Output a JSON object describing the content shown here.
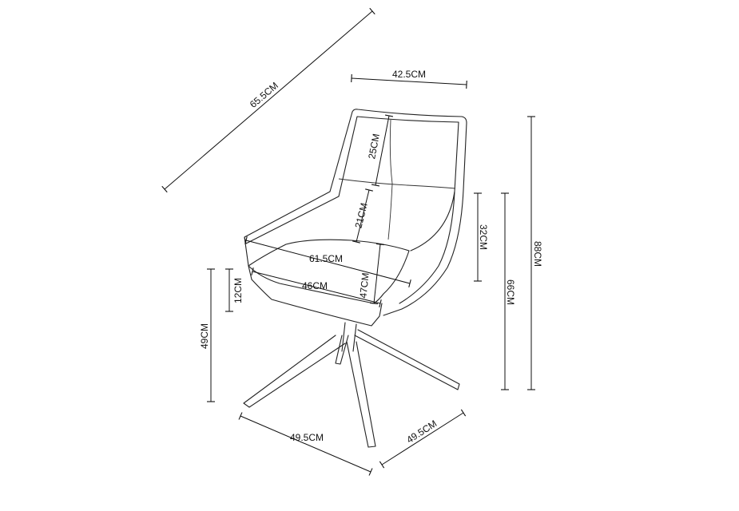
{
  "labels": {
    "diag_width": "65.5CM",
    "back_width": "42.5CM",
    "back_upper": "25CM",
    "back_lower": "21CM",
    "arm_height": "32CM",
    "total_height": "88CM",
    "back_height": "66CM",
    "overall_width": "61.5CM",
    "seat_width": "46CM",
    "seat_depth": "47CM",
    "seat_thickness": "12CM",
    "seat_height": "49CM",
    "base_left": "49.5CM",
    "base_right": "49.5CM"
  },
  "colors": {
    "line": "#222222",
    "background": "#ffffff"
  }
}
